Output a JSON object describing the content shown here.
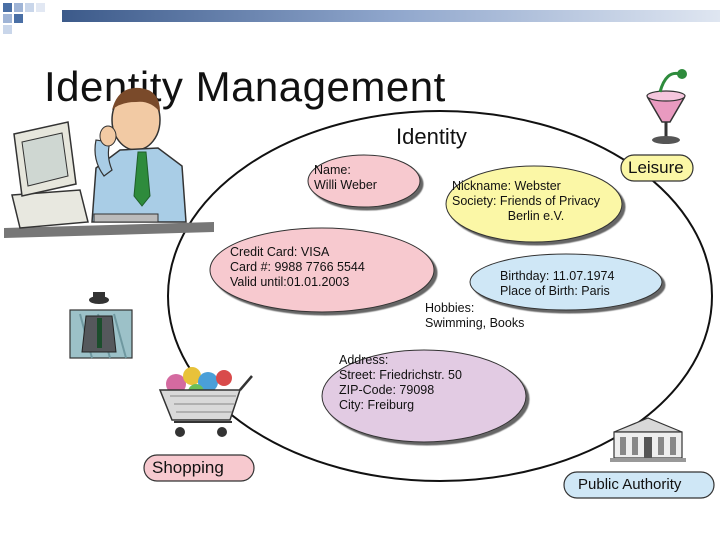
{
  "title": "Identity Management",
  "center_label": "Identity",
  "corner_labels": {
    "leisure": "Leisure",
    "shopping": "Shopping",
    "public_authority": "Public Authority"
  },
  "bubbles": {
    "name": [
      "Name:",
      "Willi Weber"
    ],
    "nickname": [
      "Nickname: Webster",
      "Society: Friends of Privacy",
      "Berlin e.V."
    ],
    "credit": [
      "Credit Card: VISA",
      "Card #: 9988 7766 5544",
      "Valid until:01.01.2003"
    ],
    "birthday": [
      "Birthday: 11.07.1974",
      "Place of Birth: Paris"
    ],
    "hobbies": [
      "Hobbies:",
      "Swimming, Books"
    ],
    "address": [
      "Address:",
      "Street: Friedrichstr. 50",
      "ZIP-Code: 79098",
      "City: Freiburg"
    ]
  },
  "colors": {
    "pink_bubble": "#f7c9cf",
    "yellow_bubble": "#fbf7a6",
    "blue_bubble": "#cfe7f6",
    "purple_bubble": "#e2cbe3",
    "accent_bar": "#3c5a8a"
  },
  "icons": {
    "person": "man-at-computer-icon",
    "drink": "cocktail-icon",
    "clothes": "clothing-store-icon",
    "cart": "shopping-cart-icon",
    "building": "government-building-icon"
  }
}
